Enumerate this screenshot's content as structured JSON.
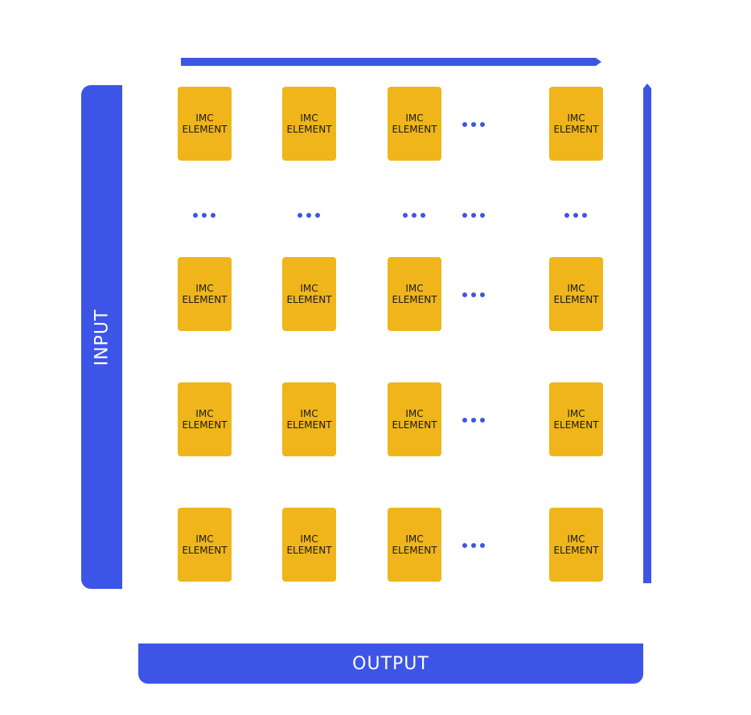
{
  "colors": {
    "bus": "#3d55e6",
    "element": "#efb51a",
    "element_text": "#1a1a1a"
  },
  "input_label": "INPUT",
  "output_label": "OUTPUT",
  "element_label_line1": "IMC",
  "element_label_line2": "ELEMENT",
  "grid": {
    "element_rows": 4,
    "element_columns": 4,
    "ellipsis_row_after_first_row": true,
    "ellipsis_column_before_last_column": true
  }
}
